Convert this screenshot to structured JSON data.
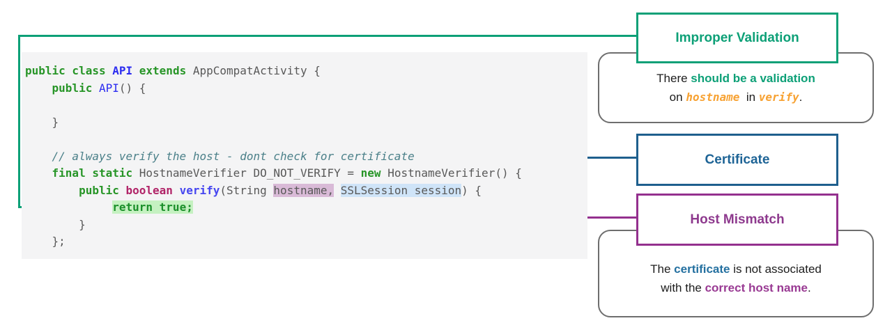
{
  "colors": {
    "improper_validation_green": "#0da077",
    "certificate_blue": "#1e5f8d",
    "host_mismatch_purple": "#94308e",
    "keyword_green": "#279527",
    "identifier_blue": "#2c2cf0",
    "boolean_keyword_pink": "#b12468",
    "comment_teal": "#4b8089",
    "highlight_hostname": "#d9bad7",
    "highlight_session": "#cfe4f8",
    "highlight_return": "#c5f1c1",
    "orange_code_ref": "#f7a233",
    "code_panel_bg": "#f4f4f5",
    "note_border_gray": "#6e6e6e"
  },
  "code_panel": {
    "lines": [
      [
        {
          "t": "public class ",
          "c": "kw"
        },
        {
          "t": "API",
          "c": "type"
        },
        {
          "t": " extends",
          "c": "kw"
        },
        {
          "t": " AppCompatActivity {",
          "c": "pl"
        }
      ],
      [
        {
          "t": "    ",
          "c": "pl"
        },
        {
          "t": "public ",
          "c": "kw"
        },
        {
          "t": "API",
          "c": "blue"
        },
        {
          "t": "() {",
          "c": "pl"
        }
      ],
      [],
      [
        {
          "t": "    }",
          "c": "pl"
        }
      ],
      [],
      [
        {
          "t": "    ",
          "c": "pl"
        },
        {
          "t": "// always verify the host - dont check for certificate",
          "c": "cm"
        }
      ],
      [
        {
          "t": "    ",
          "c": "pl"
        },
        {
          "t": "final static ",
          "c": "kw"
        },
        {
          "t": "HostnameVerifier DO_NOT_VERIFY = ",
          "c": "pl"
        },
        {
          "t": "new",
          "c": "kw"
        },
        {
          "t": " HostnameVerifier() {",
          "c": "pl"
        }
      ],
      [
        {
          "t": "        ",
          "c": "pl"
        },
        {
          "t": "public ",
          "c": "kw"
        },
        {
          "t": "boolean ",
          "c": "bool"
        },
        {
          "t": "verify",
          "c": "fn"
        },
        {
          "t": "(String ",
          "c": "pl"
        },
        {
          "t": "hostname,",
          "c": "hl-host"
        },
        {
          "t": " ",
          "c": "pl"
        },
        {
          "t": "SSLSession session",
          "c": "hl-sess"
        },
        {
          "t": ") {",
          "c": "pl"
        }
      ],
      [
        {
          "t": "             ",
          "c": "pl"
        },
        {
          "t": "return true;",
          "c": "hl-ret"
        }
      ],
      [
        {
          "t": "        }",
          "c": "pl"
        }
      ],
      [
        {
          "t": "    };",
          "c": "pl"
        }
      ]
    ]
  },
  "callouts": {
    "improper_validation": {
      "title": "Improper Validation",
      "note_lines": [
        [
          {
            "t": "There ",
            "c": "plain"
          },
          {
            "t": "should be a validation",
            "c": "em-green"
          }
        ],
        [
          {
            "t": "on ",
            "c": "plain"
          },
          {
            "t": "hostname",
            "c": "code-orange"
          },
          {
            "t": "  in ",
            "c": "plain"
          },
          {
            "t": "verify",
            "c": "code-orange"
          },
          {
            "t": ".",
            "c": "plain"
          }
        ]
      ]
    },
    "certificate": {
      "title": "Certificate"
    },
    "host_mismatch": {
      "title": "Host Mismatch",
      "note_lines": [
        [
          {
            "t": "The ",
            "c": "plain"
          },
          {
            "t": "certificate",
            "c": "em-blue"
          },
          {
            "t": " is not associated",
            "c": "plain"
          }
        ],
        [
          {
            "t": "with the ",
            "c": "plain"
          },
          {
            "t": "correct host name",
            "c": "em-purple"
          },
          {
            "t": ".",
            "c": "plain"
          }
        ]
      ]
    }
  }
}
